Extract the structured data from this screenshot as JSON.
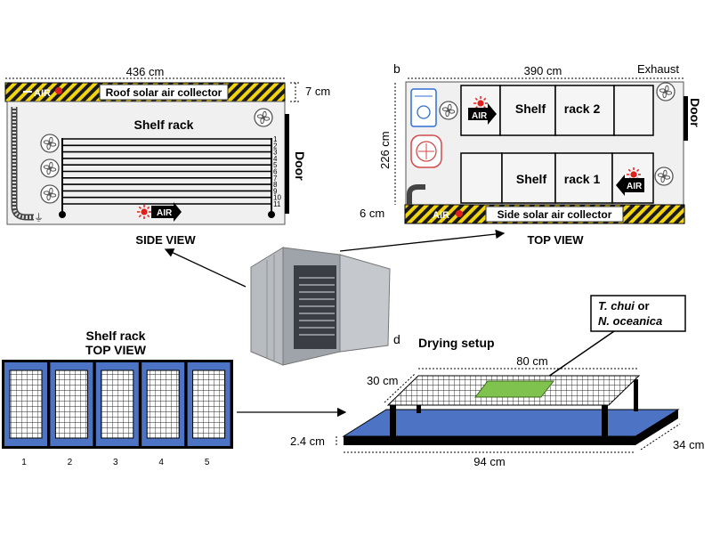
{
  "side_view": {
    "width_label": "436 cm",
    "height_label": "7 cm",
    "collector_label": "Roof solar air collector",
    "air_label": "AIR",
    "rack_label": "Shelf rack",
    "door_label": "Door",
    "shelf_numbers": [
      "1",
      "2",
      "3",
      "4",
      "5",
      "6",
      "7",
      "8",
      "9",
      "10",
      "11"
    ],
    "caption": "SIDE VIEW"
  },
  "top_view": {
    "panel_letter": "b",
    "width_label": "390 cm",
    "exhaust_label": "Exhaust",
    "depth_label": "226 cm",
    "gap_label": "6 cm",
    "door_label": "Door",
    "rack2_left": "Shelf",
    "rack2_right": "rack 2",
    "rack1_left": "Shelf",
    "rack1_right": "rack 1",
    "air_label": "AIR",
    "collector_label": "Side solar air collector",
    "caption": "TOP VIEW"
  },
  "shelf_rack_top": {
    "title_line1": "Shelf rack",
    "title_line2": "TOP VIEW",
    "tray_numbers": [
      "1",
      "2",
      "3",
      "4",
      "5"
    ]
  },
  "drying_setup": {
    "panel_letter": "d",
    "title": "Drying setup",
    "species_1": "T. chui",
    "or_word": " or",
    "species_2": "N. oceanica",
    "mesh_length": "80 cm",
    "mesh_width": "30 cm",
    "leg_height": "2.4 cm",
    "base_length": "94 cm",
    "base_width": "34 cm"
  },
  "colors": {
    "hatch_yellow": "#f2d40f",
    "tray_blue": "#4d74c4",
    "biomass_green": "#7fc24d",
    "heat_red": "#e0201b"
  }
}
